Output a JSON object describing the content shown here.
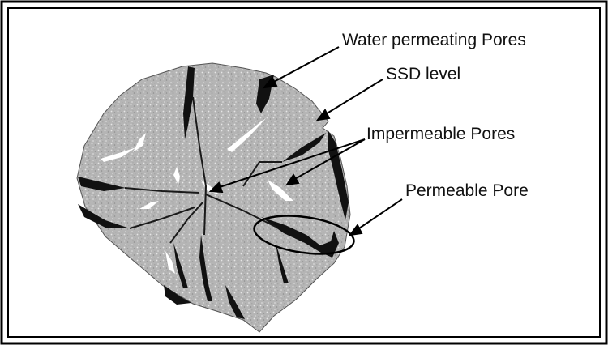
{
  "diagram": {
    "labels": {
      "water_permeating_pores": "Water permeating Pores",
      "ssd_level": "SSD level",
      "impermeable_pores": "Impermeable Pores",
      "permeable_pore": "Permeable Pore"
    },
    "colors": {
      "frame": "#000000",
      "aggregate_fill": "#b8b8b8",
      "pore_water": "#111111",
      "pore_empty": "#ffffff",
      "text": "#111111"
    }
  }
}
